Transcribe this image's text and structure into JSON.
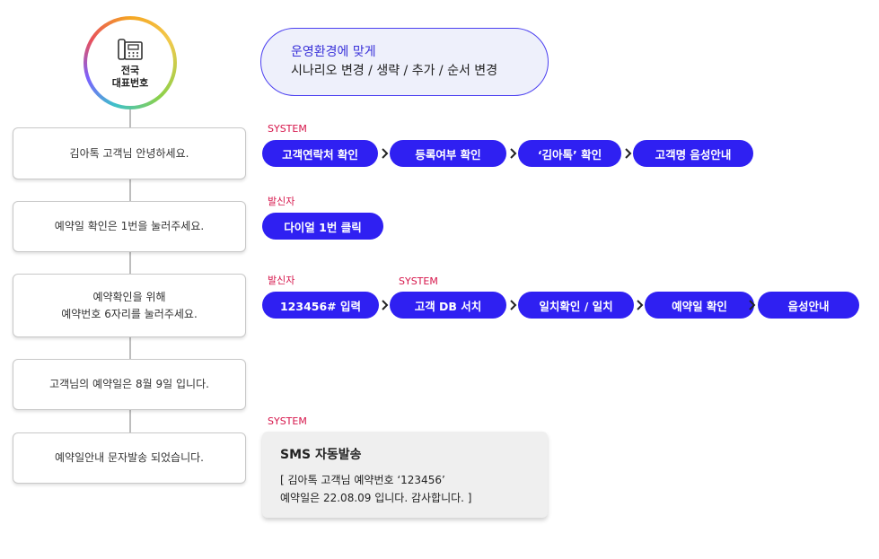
{
  "phone": {
    "icon": "desk-phone-icon",
    "label_line1": "전국",
    "label_line2": "대표번호"
  },
  "bubble": {
    "line1": "운영환경에 맞게",
    "line2": "시나리오 변경 / 생략 / 추가 / 순서 변경"
  },
  "steps": [
    {
      "text": "김아톡 고객님 안녕하세요."
    },
    {
      "text": "예약일 확인은 1번을 눌러주세요."
    },
    {
      "line1": "예약확인을 위해",
      "line2": "예약번호 6자리를 눌러주세요."
    },
    {
      "text": "고객님의 예약일은 8월 9일 입니다."
    },
    {
      "text": "예약일안내 문자발송 되었습니다."
    }
  ],
  "row1": {
    "tag": "SYSTEM",
    "pills": [
      "고객연락처 확인",
      "등록여부 확인",
      "‘김아톡’ 확인",
      "고객명 음성안내"
    ]
  },
  "row2": {
    "tag": "발신자",
    "pills": [
      "다이얼 1번 클릭"
    ]
  },
  "row3": {
    "tag1": "발신자",
    "tag2": "SYSTEM",
    "pills": [
      "123456# 입력",
      "고객 DB 서치",
      "일치확인 / 일치",
      "예약일 확인",
      "음성안내"
    ]
  },
  "row5": {
    "tag": "SYSTEM"
  },
  "sms": {
    "title": "SMS 자동발송",
    "line1": "[ 김아톡 고객님 예약번호 ‘123456’",
    "line2": "예약일은 22.08.09 입니다. 감사합니다. ]"
  },
  "colors": {
    "accent": "#2f20f2",
    "tag": "#d6164b",
    "bubble_bg": "#eef0fb"
  }
}
